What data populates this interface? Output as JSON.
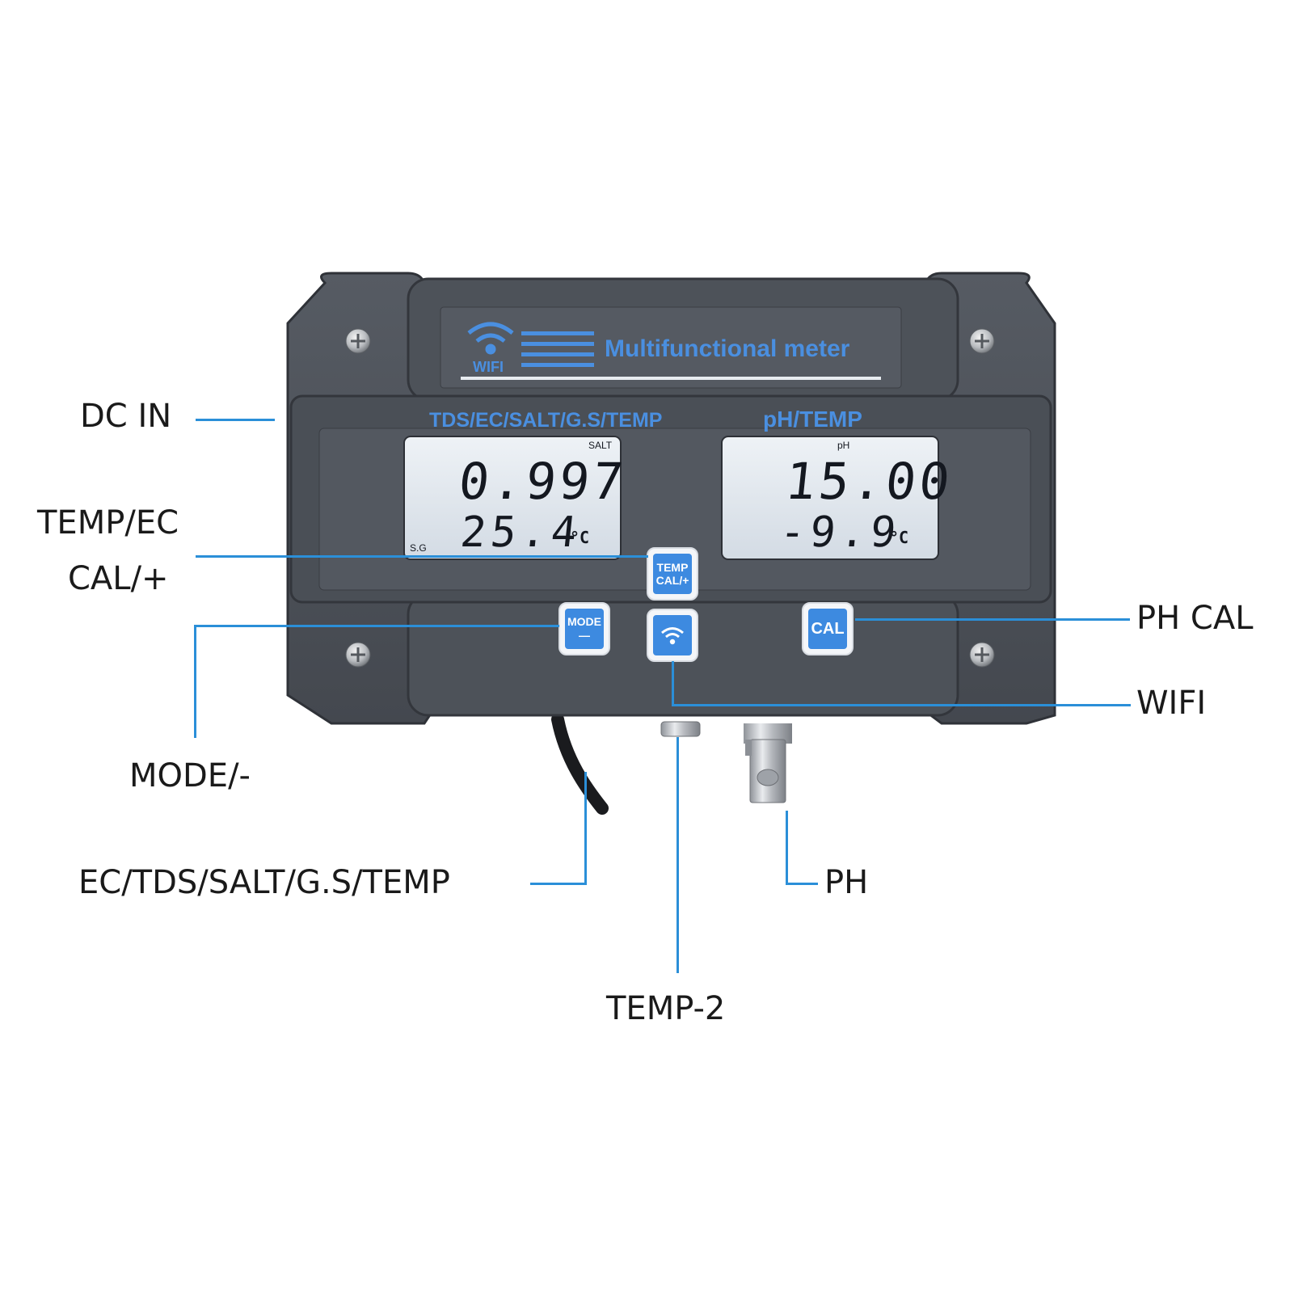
{
  "device": {
    "brand_title": "Multifunctional meter",
    "wifi_badge": "WIFI",
    "left_panel_title": "TDS/EC/SALT/G.S/TEMP",
    "right_panel_title": "pH/TEMP",
    "colors": {
      "body": "#4b5058",
      "body_dark": "#3a3e45",
      "accent_blue": "#3d8ae0",
      "lcd_bg": "#dfe6ee",
      "leader_line": "#2b8fd8"
    }
  },
  "left_display": {
    "mode_tag": "SALT",
    "sub_tag": "S.G",
    "main_value": "0.997",
    "temp_value": "25.4",
    "temp_unit": "°C"
  },
  "right_display": {
    "mode_tag": "pH",
    "main_value": "15.00",
    "temp_value": "-9.9",
    "temp_unit": "°C"
  },
  "buttons": {
    "temp_cal_top": "TEMP",
    "temp_cal_bottom": "CAL/+",
    "mode_top": "MODE",
    "mode_bottom": "—",
    "cal": "CAL",
    "wifi_icon": "wifi-icon"
  },
  "callouts": {
    "dc_in": "DC IN",
    "temp_ec_line1": "TEMP/EC",
    "temp_ec_line2": "CAL/+",
    "mode_minus": "MODE/-",
    "ec_probe": "EC/TDS/SALT/G.S/TEMP",
    "temp2": "TEMP-2",
    "ph": "PH",
    "ph_cal": "PH CAL",
    "wifi": "WIFI"
  }
}
